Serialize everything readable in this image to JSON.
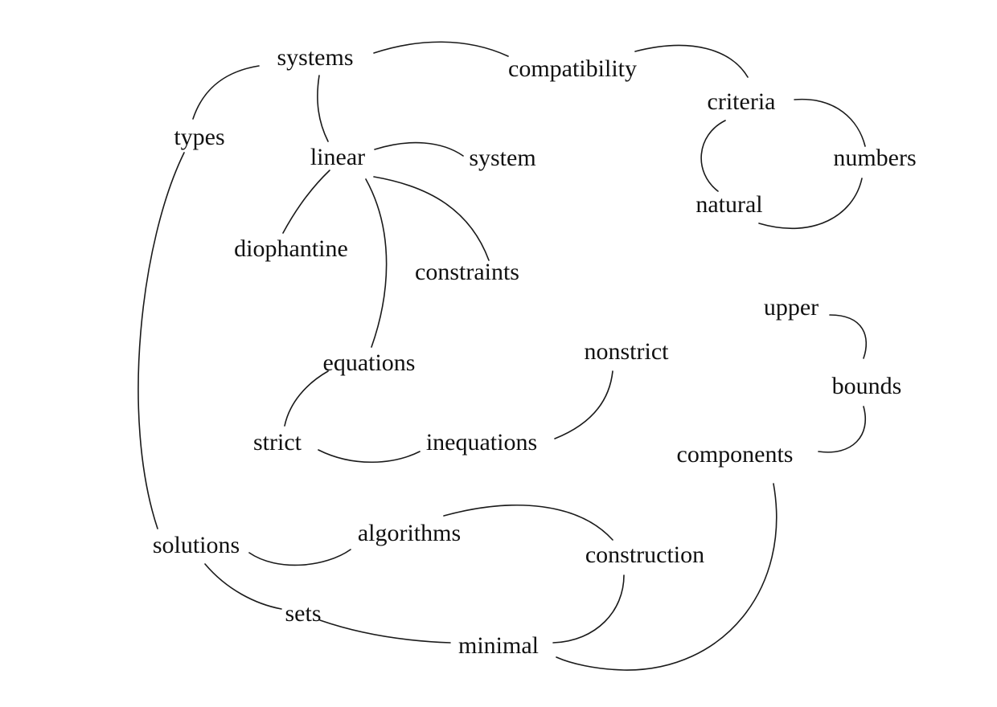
{
  "diagram": {
    "words": {
      "systems": "systems",
      "compatibility": "compatibility",
      "criteria": "criteria",
      "types": "types",
      "linear": "linear",
      "system": "system",
      "numbers": "numbers",
      "natural": "natural",
      "diophantine": "diophantine",
      "constraints": "constraints",
      "upper": "upper",
      "nonstrict": "nonstrict",
      "equations": "equations",
      "bounds": "bounds",
      "strict": "strict",
      "inequations": "inequations",
      "components": "components",
      "solutions": "solutions",
      "algorithms": "algorithms",
      "construction": "construction",
      "sets": "sets",
      "minimal": "minimal"
    },
    "links": [
      [
        "systems",
        "compatibility"
      ],
      [
        "compatibility",
        "criteria"
      ],
      [
        "criteria",
        "numbers"
      ],
      [
        "numbers",
        "natural"
      ],
      [
        "natural",
        "criteria"
      ],
      [
        "systems",
        "types"
      ],
      [
        "systems",
        "linear"
      ],
      [
        "types",
        "solutions"
      ],
      [
        "linear",
        "system"
      ],
      [
        "linear",
        "diophantine"
      ],
      [
        "linear",
        "constraints"
      ],
      [
        "linear",
        "equations"
      ],
      [
        "equations",
        "strict"
      ],
      [
        "strict",
        "inequations"
      ],
      [
        "inequations",
        "nonstrict"
      ],
      [
        "upper",
        "bounds"
      ],
      [
        "bounds",
        "components"
      ],
      [
        "components",
        "minimal"
      ],
      [
        "solutions",
        "algorithms"
      ],
      [
        "algorithms",
        "construction"
      ],
      [
        "solutions",
        "sets"
      ],
      [
        "sets",
        "minimal"
      ],
      [
        "construction",
        "minimal"
      ]
    ]
  }
}
